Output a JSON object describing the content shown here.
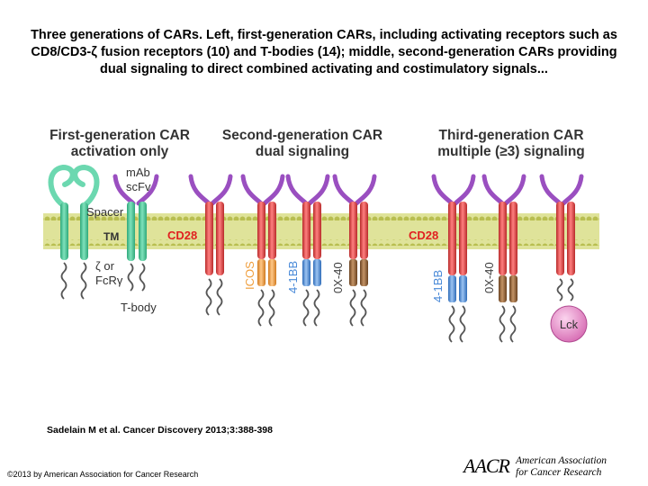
{
  "caption": "Three generations of CARs. Left, first-generation CARs, including activating receptors such as CD8/CD3-ζ fusion receptors (10) and T-bodies (14); middle, second-generation CARs providing dual signaling to direct combined activating and costimulatory signals...",
  "figure": {
    "first_gen": {
      "title_line1": "First-generation CAR",
      "title_line2": "activation only"
    },
    "second_gen": {
      "title_line1": "Second-generation CAR",
      "title_line2": "dual signaling"
    },
    "third_gen": {
      "title_line1": "Third-generation CAR",
      "title_line2": "multiple (≥3) signaling"
    },
    "labels": {
      "mab": "mAb",
      "scfv": "scFv",
      "spacer": "Spacer",
      "tm": "TM",
      "zeta1": "ζ or",
      "zeta2": "FcRγ",
      "tbody": "T-body",
      "cd28_second": "CD28",
      "cd28_third": "CD28",
      "icos": "ICOS",
      "bb_second": "4-1BB",
      "ox_second": "0X-40",
      "bb_third": "4-1BB",
      "ox_third": "0X-40",
      "lck": "Lck"
    },
    "colors": {
      "membrane": "#c9cf6a",
      "receptor_green": "#4fc79a",
      "arc_purple": "#9a4fc0",
      "cd28_red": "#e24a4a",
      "icos_orange": "#f0a04a",
      "bb_blue": "#5a94d8",
      "ox_brown": "#9a6a3a",
      "lck_pink": "#e890c8",
      "label_red": "#e02020",
      "label_blue": "#4a8ad8",
      "label_orange": "#f0a040"
    }
  },
  "citation": "Sadelain M et al. Cancer Discovery 2013;3:388-398",
  "copyright": "©2013 by American Association for Cancer Research",
  "logo": {
    "mark": "AACR",
    "line1": "American Association",
    "line2": "for Cancer Research"
  }
}
